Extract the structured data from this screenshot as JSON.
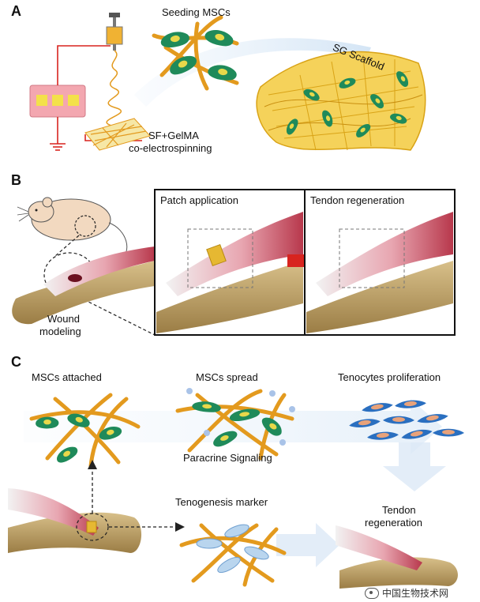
{
  "panels": {
    "a": "A",
    "b": "B",
    "c": "C"
  },
  "panel_a": {
    "seeding": "Seeding MSCs",
    "scaffold": "SG Scaffold",
    "process_line1": "SF+GelMA",
    "process_line2": "co-electrospinning"
  },
  "panel_b": {
    "wound_line1": "Wound",
    "wound_line2": "modeling",
    "patch": "Patch application",
    "regen": "Tendon regeneration"
  },
  "panel_c": {
    "attached": "MSCs attached",
    "spread": "MSCs spread",
    "proliferation": "Tenocytes proliferation",
    "paracrine": "Paracrine Signaling",
    "marker": "Tenogenesis marker",
    "regen_line1": "Tendon",
    "regen_line2": "regeneration"
  },
  "watermark": "中国生物技术网",
  "colors": {
    "fiber": "#e39a1e",
    "cell": "#1f8a5a",
    "nucleus": "#e8d84a",
    "muscle": "#c8485c",
    "bone": "#b89a5c",
    "arrow": "#dce9f6",
    "red": "#d8241f"
  }
}
